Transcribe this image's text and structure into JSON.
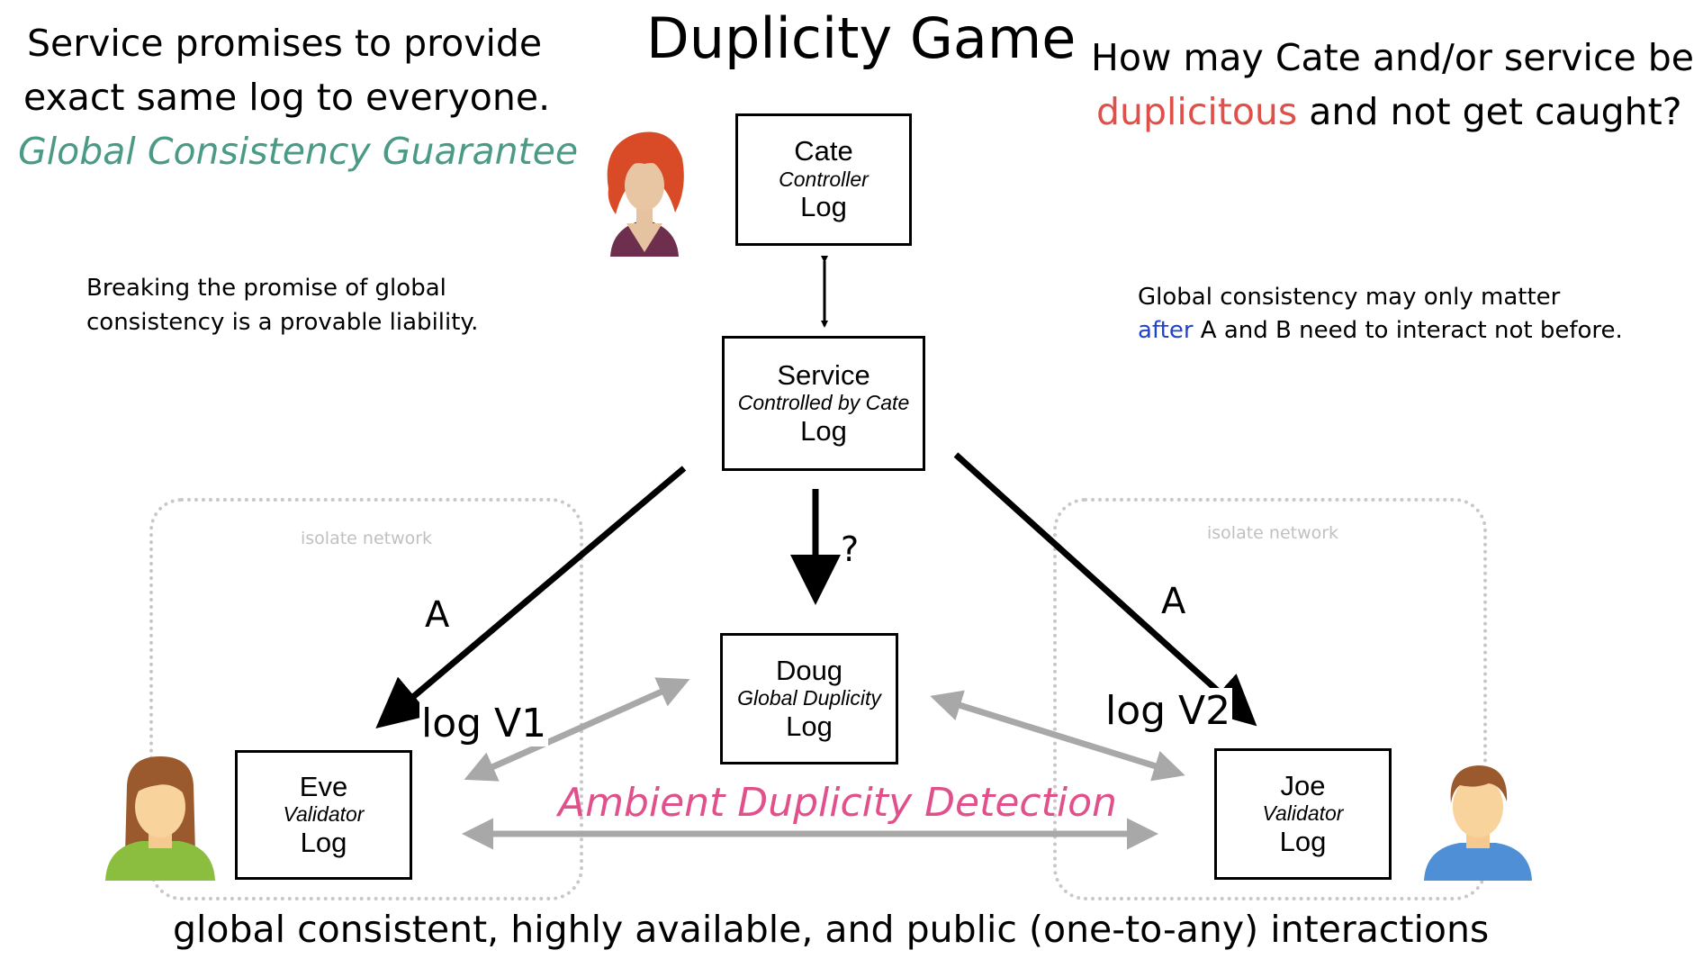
{
  "title": "Duplicity Game",
  "top_left": {
    "line1": "Service promises to provide",
    "line2": "exact same log to everyone.",
    "guarantee": "Global Consistency Guarantee"
  },
  "top_right": {
    "line1": "How may Cate and/or service be",
    "word_red": "duplicitous",
    "line2_rest": " and not get caught?"
  },
  "note_left": {
    "line1": "Breaking the promise of global",
    "line2": "consistency is a provable liability."
  },
  "note_right": {
    "line1": "Global consistency may only matter",
    "word_blue": "after",
    "line2_rest": " A and B need to interact not before."
  },
  "nodes": {
    "cate": {
      "name": "Cate",
      "role": "Controller",
      "log": "Log"
    },
    "service": {
      "name": "Service",
      "role": "Controlled by Cate",
      "log": "Log"
    },
    "doug": {
      "name": "Doug",
      "role": "Global Duplicity",
      "log": "Log"
    },
    "eve": {
      "name": "Eve",
      "role": "Validator",
      "log": "Log"
    },
    "joe": {
      "name": "Joe",
      "role": "Validator",
      "log": "Log"
    }
  },
  "edge_labels": {
    "a_left": "A",
    "a_right": "A",
    "question": "?",
    "log_v1": "log V1",
    "log_v2": "log V2"
  },
  "zones": {
    "left": "isolate network",
    "right": "isolate network"
  },
  "ambient": "Ambient Duplicity Detection",
  "footer": "global consistent, highly available, and public (one-to-any) interactions",
  "colors": {
    "teal": "#4a9a86",
    "red": "#e0504a",
    "blue": "#2244cc",
    "pink": "#e0508a",
    "gray_arrow": "#a8a8a8"
  }
}
